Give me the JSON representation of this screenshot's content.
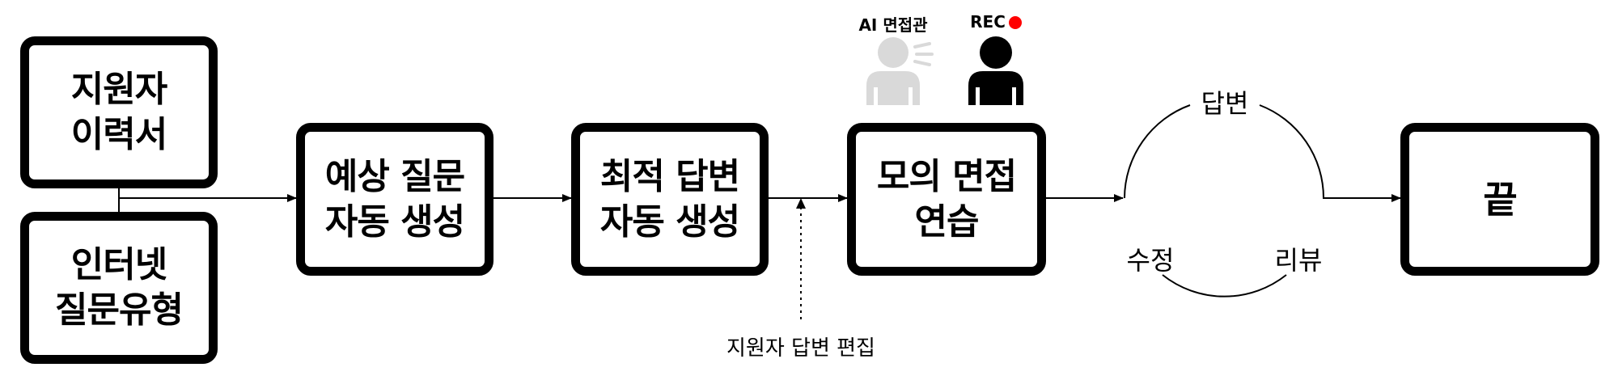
{
  "nodes": {
    "resume": "지원자\n이력서",
    "internet": "인터넷\n질문유형",
    "predict": "예상 질문\n자동 생성",
    "optimal": "최적 답변\n자동 생성",
    "mock": "모의 면접\n연습",
    "end": "끝"
  },
  "interviewer": {
    "ai_label": "AI 면접관",
    "rec_label": "REC",
    "rec_color": "#ff0000",
    "ai_color": "#d9d9d9"
  },
  "cycle": {
    "answer": "답변",
    "edit": "수정",
    "review": "리뷰"
  },
  "annotation": {
    "edit_answer": "지원자 답변 편집"
  }
}
